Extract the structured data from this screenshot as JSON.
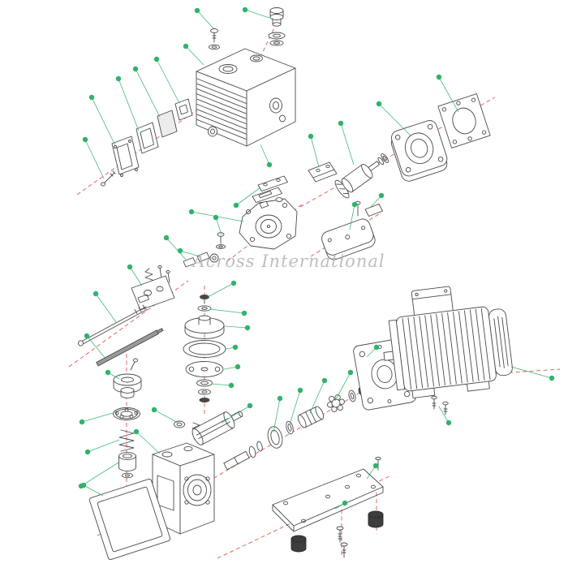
{
  "watermark": {
    "text": "Across International"
  },
  "colors": {
    "background": "#ffffff",
    "part_line": "#4a4a4a",
    "callout": "#2fb36b",
    "axis": "#e25555",
    "watermark": "#b3b3b3"
  },
  "callouts": [
    [
      243,
      13,
      263,
      35
    ],
    [
      302,
      12,
      332,
      22
    ],
    [
      193,
      73,
      221,
      127
    ],
    [
      167,
      85,
      197,
      144
    ],
    [
      146,
      97,
      171,
      161
    ],
    [
      113,
      120,
      142,
      179
    ],
    [
      105,
      172,
      128,
      220
    ],
    [
      229,
      57,
      251,
      80
    ],
    [
      332,
      203,
      321,
      178
    ],
    [
      420,
      152,
      436,
      203
    ],
    [
      467,
      128,
      507,
      168
    ],
    [
      541,
      95,
      565,
      138
    ],
    [
      383,
      168,
      393,
      206
    ],
    [
      470,
      241,
      457,
      255
    ],
    [
      291,
      253,
      321,
      231
    ],
    [
      266,
      268,
      273,
      289
    ],
    [
      236,
      261,
      300,
      273
    ],
    [
      205,
      293,
      229,
      320
    ],
    [
      222,
      309,
      246,
      316
    ],
    [
      437,
      252,
      431,
      283
    ],
    [
      160,
      329,
      175,
      352
    ],
    [
      118,
      362,
      143,
      397
    ],
    [
      107,
      414,
      131,
      443
    ],
    [
      288,
      349,
      256,
      366
    ],
    [
      301,
      386,
      259,
      381
    ],
    [
      305,
      404,
      277,
      402
    ],
    [
      290,
      428,
      278,
      430
    ],
    [
      293,
      452,
      276,
      455
    ],
    [
      285,
      475,
      261,
      473
    ],
    [
      133,
      459,
      147,
      467
    ],
    [
      101,
      520,
      139,
      509
    ],
    [
      108,
      557,
      147,
      542
    ],
    [
      100,
      599,
      146,
      570
    ],
    [
      168,
      532,
      197,
      559
    ],
    [
      345,
      491,
      337,
      533
    ],
    [
      370,
      481,
      357,
      523
    ],
    [
      400,
      469,
      382,
      509
    ],
    [
      432,
      459,
      413,
      494
    ],
    [
      464,
      428,
      452,
      440
    ],
    [
      680,
      466,
      630,
      452
    ],
    [
      553,
      521,
      541,
      501
    ],
    [
      463,
      574,
      452,
      590
    ],
    [
      425,
      620,
      413,
      627
    ],
    [
      103,
      598,
      127,
      611
    ],
    [
      190,
      505,
      219,
      521
    ],
    [
      308,
      500,
      273,
      521
    ]
  ],
  "axes": [
    [
      341,
      28,
      322,
      68
    ],
    [
      95,
      240,
      332,
      72
    ],
    [
      370,
      255,
      610,
      120
    ],
    [
      383,
      316,
      470,
      262
    ],
    [
      252,
      352,
      252,
      512
    ],
    [
      156,
      436,
      156,
      600
    ],
    [
      85,
      452,
      232,
      346
    ],
    [
      280,
      322,
      372,
      252
    ],
    [
      168,
      645,
      505,
      448
    ],
    [
      500,
      468,
      690,
      455
    ],
    [
      268,
      688,
      482,
      586
    ],
    [
      421,
      628,
      421,
      688
    ],
    [
      464,
      598,
      464,
      658
    ],
    [
      120,
      660,
      232,
      606
    ]
  ]
}
